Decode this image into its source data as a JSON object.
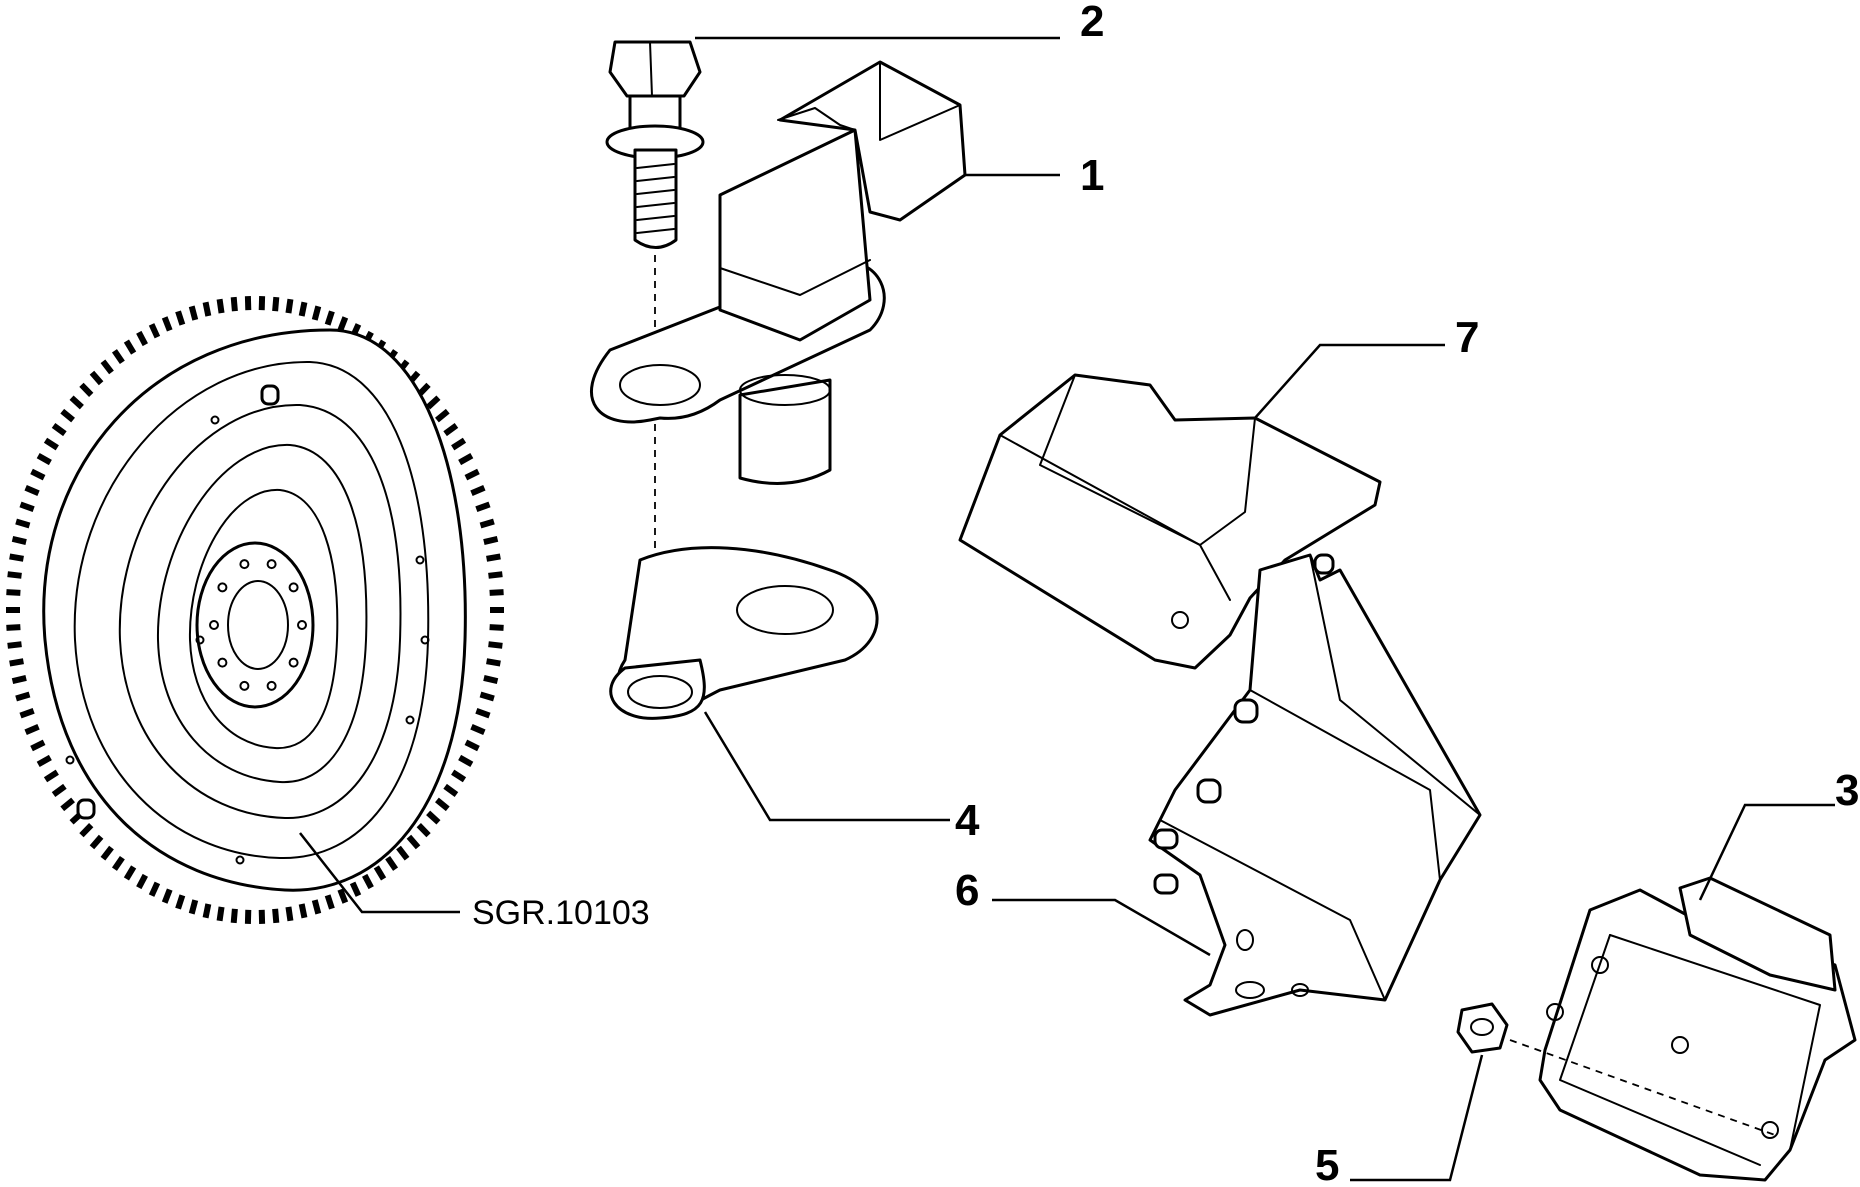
{
  "callouts": [
    {
      "id": "1",
      "label": "1"
    },
    {
      "id": "2",
      "label": "2"
    },
    {
      "id": "3",
      "label": "3"
    },
    {
      "id": "4",
      "label": "4"
    },
    {
      "id": "5",
      "label": "5"
    },
    {
      "id": "6",
      "label": "6"
    },
    {
      "id": "7",
      "label": "7"
    }
  ],
  "reference": {
    "label": "SGR.10103"
  }
}
